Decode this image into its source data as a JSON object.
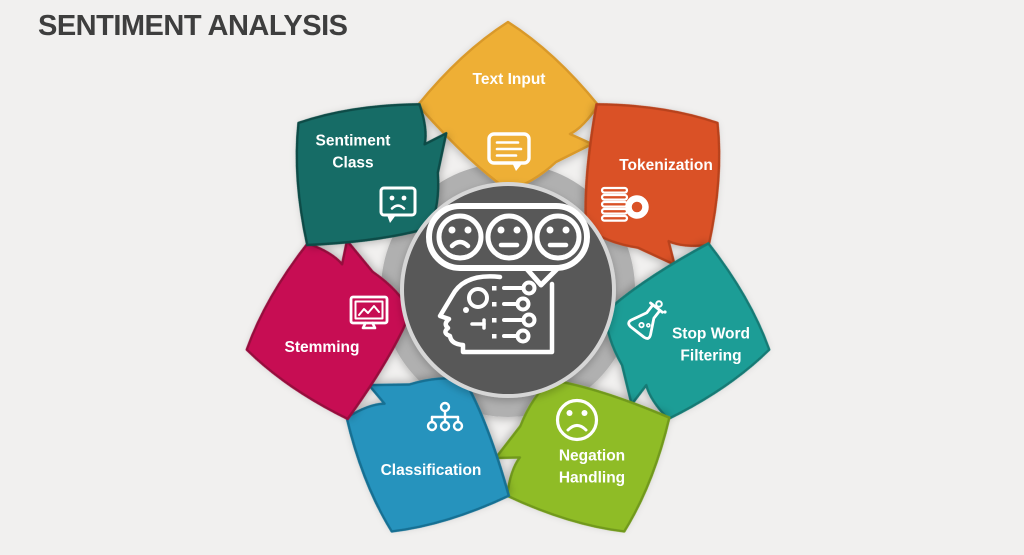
{
  "title": "SENTIMENT ANALYSIS",
  "theme": {
    "bg": "#f1f0ef",
    "title_color": "#3e3e3e",
    "label_color": "#ffffff",
    "icon_color": "#ffffff",
    "center_fill": "#595959",
    "center_ring": "#d6d6d6",
    "back_ring": "#b0b0b0"
  },
  "center": {
    "icon": "ai-head-sentiment-icon",
    "faces": [
      "negative",
      "neutral",
      "positive"
    ]
  },
  "petals": [
    {
      "label": "Text Input",
      "fill": "#eeaf35",
      "border": "#d9992b",
      "icon": "chat-message-icon"
    },
    {
      "label": "Tokenization",
      "fill": "#da5126",
      "border": "#b8431f",
      "icon": "coins-icon"
    },
    {
      "label": "Stop Word\nFiltering",
      "fill": "#1d9d96",
      "border": "#137a74",
      "icon": "flask-icon"
    },
    {
      "label": "Negation\nHandling",
      "fill": "#8fbc26",
      "border": "#71991b",
      "icon": "sad-face-icon"
    },
    {
      "label": "Classification",
      "fill": "#2593bd",
      "border": "#176f93",
      "icon": "hierarchy-icon"
    },
    {
      "label": "Stemming",
      "fill": "#c70d53",
      "border": "#970a3e",
      "icon": "monitor-chart-icon"
    },
    {
      "label": "Sentiment\nClass",
      "fill": "#166c66",
      "border": "#0e4b46",
      "icon": "speech-sad-icon"
    }
  ]
}
